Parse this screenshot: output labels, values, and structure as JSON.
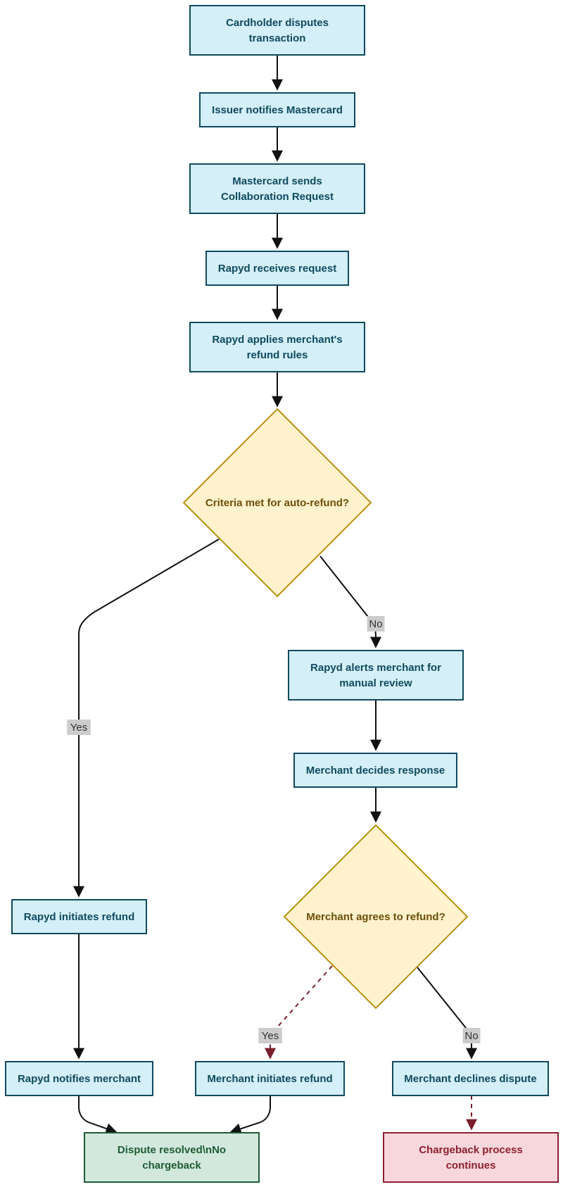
{
  "colors": {
    "process_fill": "#d4eff8",
    "process_stroke": "#0f4a5e",
    "process_text": "#0f4a5e",
    "decision_fill": "#fff2cc",
    "decision_stroke": "#b8900f",
    "decision_text": "#6b4f0a",
    "success_fill": "#d2e8dc",
    "success_stroke": "#1e5b35",
    "success_text": "#1e5b35",
    "fail_fill": "#f8d7dc",
    "fail_stroke": "#8b2030",
    "fail_text": "#8b2030",
    "edge": "#111111",
    "edge_dashed": "#7a1f2b",
    "label_bg": "#cccccc"
  },
  "nodes": {
    "cardholder_disputes": {
      "lines": [
        "Cardholder disputes",
        "transaction"
      ],
      "kind": "process"
    },
    "issuer_notifies": {
      "lines": [
        "Issuer notifies Mastercard"
      ],
      "kind": "process"
    },
    "mastercard_sends": {
      "lines": [
        "Mastercard sends",
        "Collaboration Request"
      ],
      "kind": "process"
    },
    "rapyd_receives": {
      "lines": [
        "Rapyd receives request"
      ],
      "kind": "process"
    },
    "rapyd_applies": {
      "lines": [
        "Rapyd applies merchant's",
        "refund rules"
      ],
      "kind": "process"
    },
    "criteria_met": {
      "lines": [
        "Criteria met for auto-refund?"
      ],
      "kind": "decision"
    },
    "rapyd_alerts": {
      "lines": [
        "Rapyd alerts merchant for",
        "manual review"
      ],
      "kind": "process"
    },
    "merchant_decides": {
      "lines": [
        "Merchant decides response"
      ],
      "kind": "process"
    },
    "merchant_agrees": {
      "lines": [
        "Merchant agrees to refund?"
      ],
      "kind": "decision"
    },
    "rapyd_initiates": {
      "lines": [
        "Rapyd initiates refund"
      ],
      "kind": "process"
    },
    "rapyd_notifies": {
      "lines": [
        "Rapyd notifies merchant"
      ],
      "kind": "process"
    },
    "merchant_initiates": {
      "lines": [
        "Merchant initiates refund"
      ],
      "kind": "process"
    },
    "merchant_declines": {
      "lines": [
        "Merchant declines dispute"
      ],
      "kind": "process"
    },
    "dispute_resolved": {
      "lines": [
        "Dispute resolved\\nNo",
        "chargeback"
      ],
      "kind": "success"
    },
    "chargeback_continues": {
      "lines": [
        "Chargeback process",
        "continues"
      ],
      "kind": "fail"
    }
  },
  "edges": [
    {
      "from": "cardholder_disputes",
      "to": "issuer_notifies",
      "label": "",
      "style": "solid"
    },
    {
      "from": "issuer_notifies",
      "to": "mastercard_sends",
      "label": "",
      "style": "solid"
    },
    {
      "from": "mastercard_sends",
      "to": "rapyd_receives",
      "label": "",
      "style": "solid"
    },
    {
      "from": "rapyd_receives",
      "to": "rapyd_applies",
      "label": "",
      "style": "solid"
    },
    {
      "from": "rapyd_applies",
      "to": "criteria_met",
      "label": "",
      "style": "solid"
    },
    {
      "from": "criteria_met",
      "to": "rapyd_initiates",
      "label": "Yes",
      "style": "solid"
    },
    {
      "from": "criteria_met",
      "to": "rapyd_alerts",
      "label": "No",
      "style": "solid"
    },
    {
      "from": "rapyd_alerts",
      "to": "merchant_decides",
      "label": "",
      "style": "solid"
    },
    {
      "from": "merchant_decides",
      "to": "merchant_agrees",
      "label": "",
      "style": "solid"
    },
    {
      "from": "merchant_agrees",
      "to": "merchant_initiates",
      "label": "Yes",
      "style": "dashed"
    },
    {
      "from": "merchant_agrees",
      "to": "merchant_declines",
      "label": "No",
      "style": "solid"
    },
    {
      "from": "rapyd_initiates",
      "to": "rapyd_notifies",
      "label": "",
      "style": "solid"
    },
    {
      "from": "rapyd_notifies",
      "to": "dispute_resolved",
      "label": "",
      "style": "solid"
    },
    {
      "from": "merchant_initiates",
      "to": "dispute_resolved",
      "label": "",
      "style": "solid"
    },
    {
      "from": "merchant_declines",
      "to": "chargeback_continues",
      "label": "",
      "style": "dashed"
    }
  ]
}
